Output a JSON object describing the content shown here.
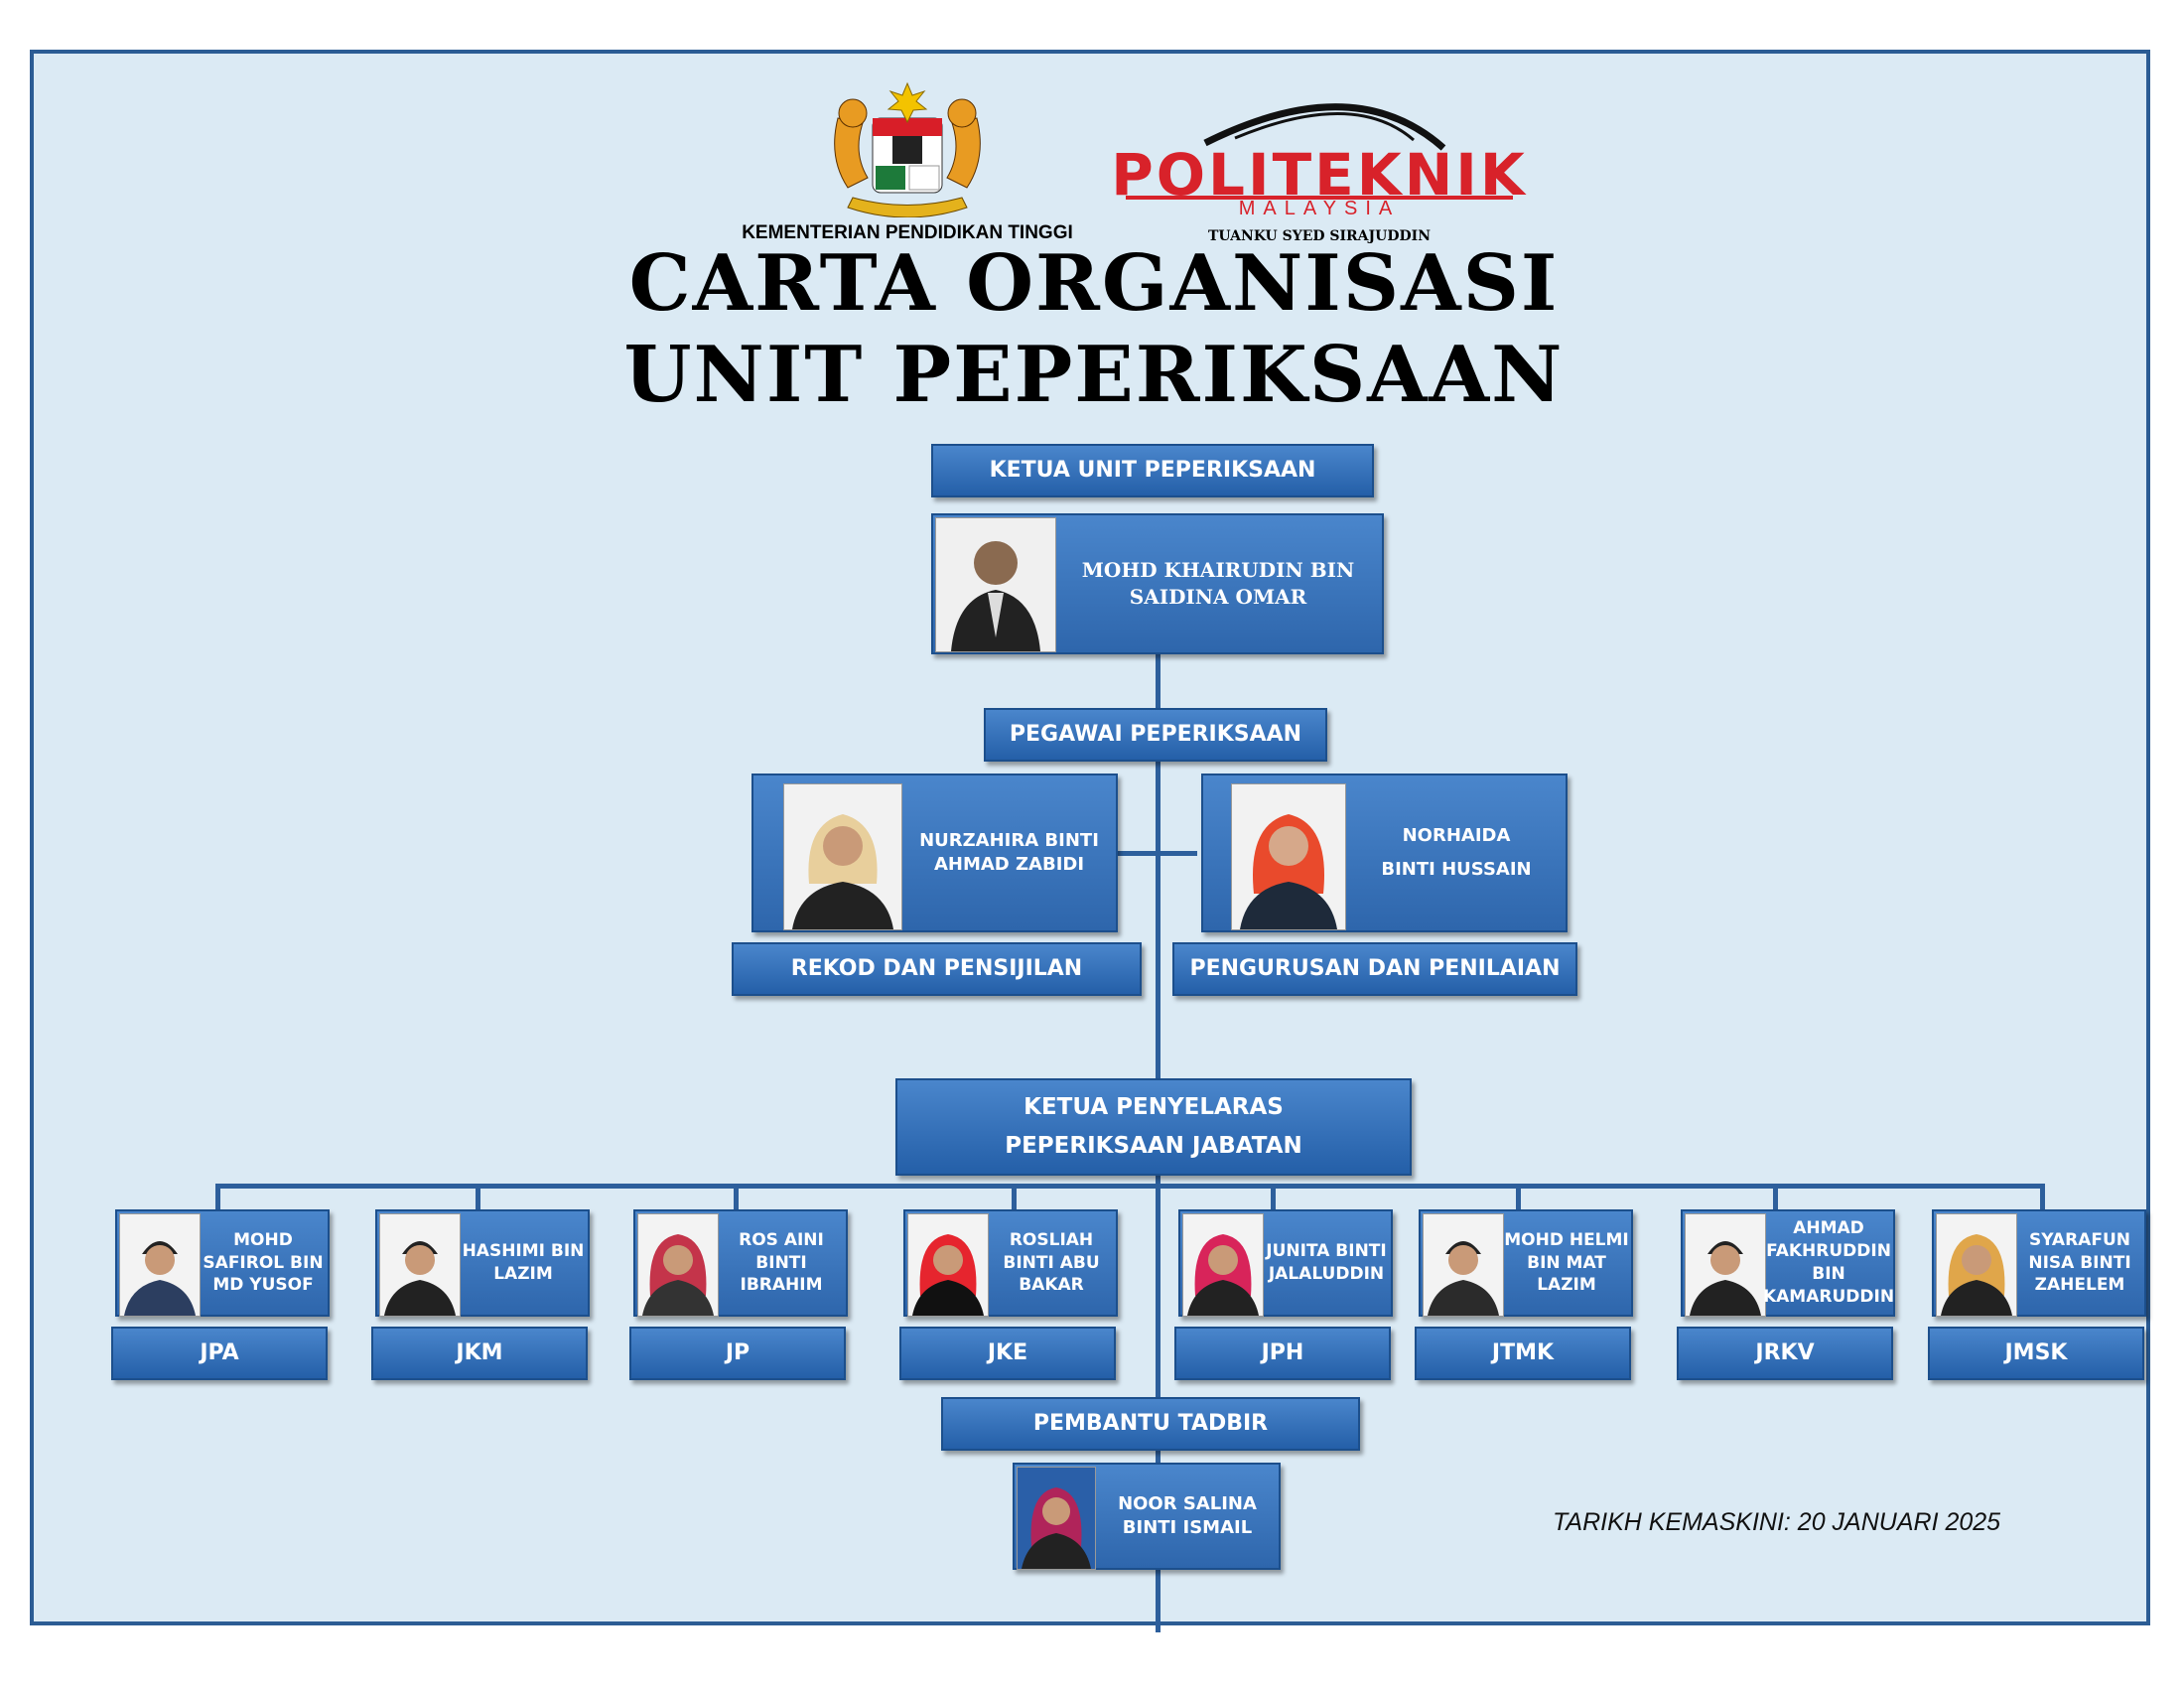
{
  "header": {
    "ministry": "KEMENTERIAN PENDIDIKAN TINGGI",
    "poli_brand": "POLITEKNIK",
    "poli_country": "MALAYSIA",
    "poli_campus": "TUANKU SYED SIRAJUDDIN",
    "title_line1": "CARTA ORGANISASI",
    "title_line2": "UNIT PEPERIKSAAN"
  },
  "head": {
    "role": "KETUA UNIT PEPERIKSAAN",
    "name_line1": "MOHD KHAIRUDIN BIN",
    "name_line2": "SAIDINA OMAR"
  },
  "officers": {
    "role": "PEGAWAI PEPERIKSAAN",
    "left": {
      "name_line1": "NURZAHIRA BINTI",
      "name_line2": "AHMAD ZABIDI",
      "section": "REKOD DAN PENSIJILAN"
    },
    "right": {
      "name_line1": "NORHAIDA",
      "name_line2": "BINTI HUSSAIN",
      "section": "PENGURUSAN DAN PENILAIAN"
    }
  },
  "coordinator": {
    "role_line1": "KETUA PENYELARAS",
    "role_line2": "PEPERIKSAAN JABATAN"
  },
  "departments": [
    {
      "name": "MOHD SAFIROL BIN MD YUSOF",
      "dept": "JPA"
    },
    {
      "name": "HASHIMI BIN LAZIM",
      "dept": "JKM"
    },
    {
      "name": "ROS AINI BINTI IBRAHIM",
      "dept": "JP"
    },
    {
      "name": "ROSLIAH BINTI ABU BAKAR",
      "dept": "JKE"
    },
    {
      "name": "JUNITA BINTI JALALUDDIN",
      "dept": "JPH"
    },
    {
      "name": "MOHD HELMI BIN MAT LAZIM",
      "dept": "JTMK"
    },
    {
      "name": "AHMAD FAKHRUDDIN BIN KAMARUDDIN",
      "dept": "JRKV"
    },
    {
      "name": "SYARAFUN NISA BINTI ZAHELEM",
      "dept": "JMSK"
    }
  ],
  "admin": {
    "role": "PEMBANTU TADBIR",
    "name_line1": "NOOR SALINA",
    "name_line2": "BINTI ISMAIL"
  },
  "footer": {
    "updated": "TARIKH KEMASKINI: 20 JANUARI 2025"
  },
  "colors": {
    "box_top": "#4a86cc",
    "box_bottom": "#245fa8",
    "background": "#dbeaf4",
    "line": "#2d5f9c"
  }
}
